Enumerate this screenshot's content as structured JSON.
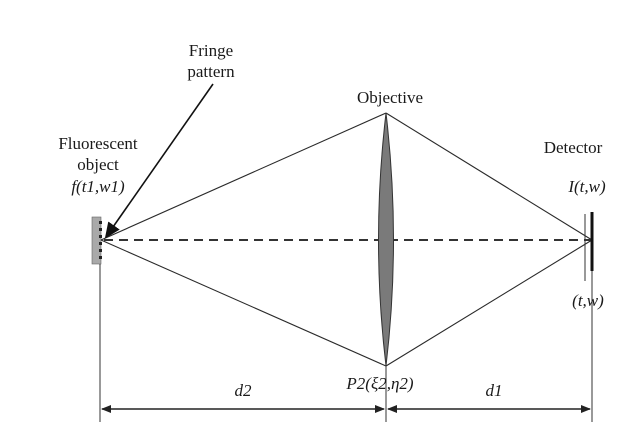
{
  "labels": {
    "fringe_line1": "Fringe",
    "fringe_line2": "pattern",
    "objective": "Objective",
    "fluorescent_line1": "Fluorescent",
    "fluorescent_line2": "object",
    "object_function": "f(t1,w1)",
    "detector": "Detector",
    "image_function": "I(t,w)",
    "detector_coords": "(t,w)",
    "pupil": "P2(ξ2,η2)",
    "d2": "d2",
    "d1": "d1"
  },
  "colors": {
    "lens_fill": "#7a7a7a",
    "object_fill": "#a9a9a9",
    "line": "#222222"
  }
}
